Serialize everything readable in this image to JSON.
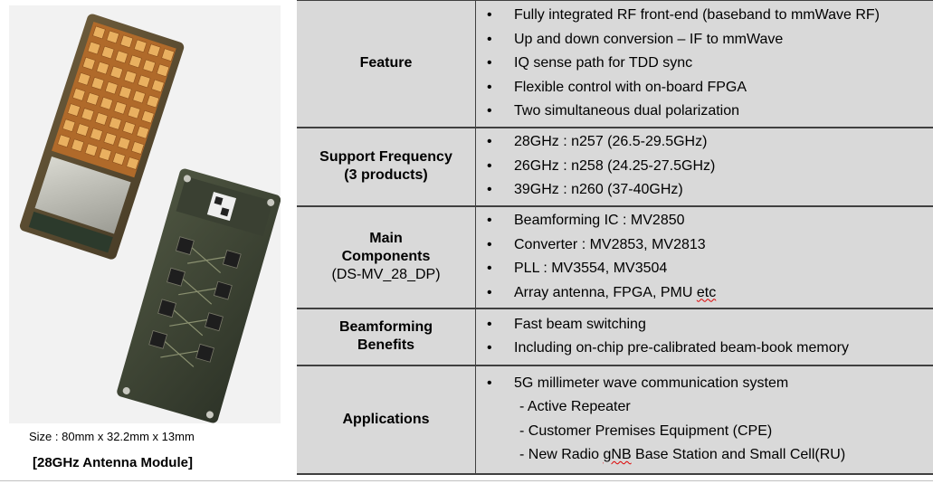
{
  "module": {
    "size_text": "Size :  80mm x 32.2mm x 13mm",
    "caption": "[28GHz Antenna Module]"
  },
  "rows": [
    {
      "heading": [
        "Feature"
      ],
      "items": [
        "Fully integrated RF front-end (baseband to mmWave RF)",
        "Up and down conversion – IF to mmWave",
        "IQ sense path for TDD sync",
        "Flexible control with on-board FPGA",
        "Two simultaneous dual polarization"
      ]
    },
    {
      "heading": [
        "Support Frequency",
        "(3 products)"
      ],
      "items": [
        "28GHz : n257 (26.5-29.5GHz)",
        "26GHz : n258 (24.25-27.5GHz)",
        "39GHz : n260 (37-40GHz)"
      ]
    },
    {
      "heading": [
        "Main",
        "Components",
        "(DS-MV_28_DP)"
      ],
      "items": [
        "Beamforming IC : MV2850",
        "Converter : MV2853, MV2813",
        "PLL : MV3554, MV3504",
        "Array antenna, FPGA, PMU ",
        "etc"
      ]
    },
    {
      "heading": [
        "Beamforming",
        "Benefits"
      ],
      "items": [
        "Fast beam switching",
        "Including on-chip pre-calibrated beam-book memory"
      ]
    },
    {
      "heading": [
        "Applications"
      ],
      "items": [
        "5G millimeter wave communication system",
        "- Active Repeater",
        "- Customer Premises Equipment (CPE)",
        "- New Radio ",
        "gNB",
        " Base Station and Small Cell(RU)"
      ]
    }
  ]
}
